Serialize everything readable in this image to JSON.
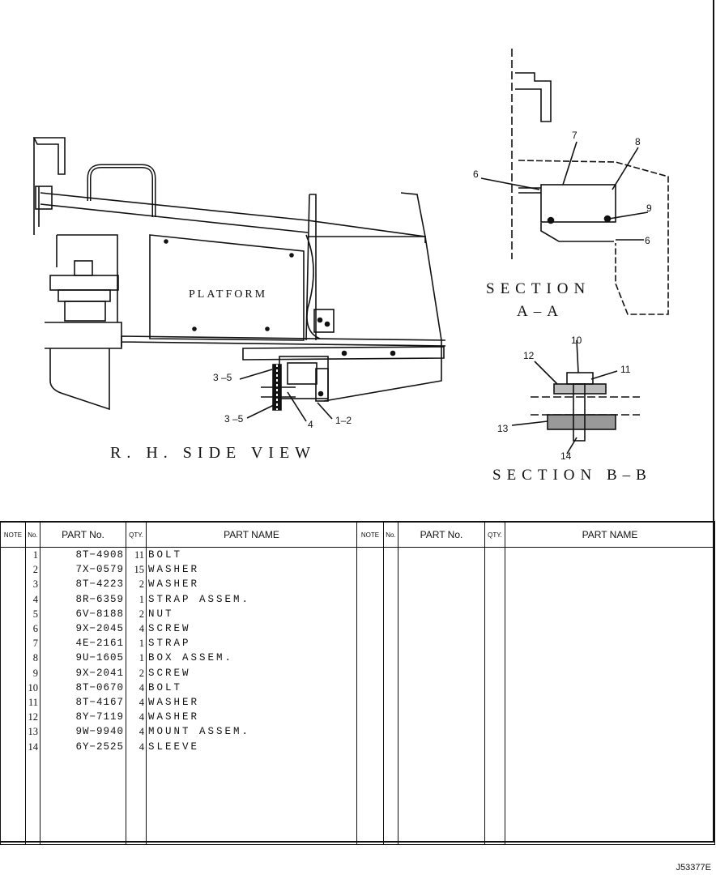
{
  "drawing": {
    "platform_label": "PLATFORM",
    "side_view_title": "R. H.  SIDE VIEW",
    "section_aa_title_1": "SECTION",
    "section_aa_title_2": "A–A",
    "section_bb_title": "SECTION  B–B",
    "callouts": {
      "c3_5a": "3 –5",
      "c3_5b": "3 –5",
      "c4": "4",
      "c1_2": "1–2",
      "c6a": "6",
      "c7": "7",
      "c8": "8",
      "c9": "9",
      "c6b": "6",
      "c10": "10",
      "c11": "11",
      "c12": "12",
      "c13": "13",
      "c14": "14"
    }
  },
  "table": {
    "headers": {
      "note": "NOTE",
      "no": "No.",
      "part_no": "PART No.",
      "qty": "QTY.",
      "part_name": "PART NAME",
      "note2": "NOTE",
      "no2": "No.",
      "part_no2": "PART No.",
      "qty2": "QTY.",
      "part_name2": "PART NAME"
    },
    "rows": [
      {
        "no": "1",
        "part_no": "8T−4908",
        "qty": "11",
        "name": "BOLT"
      },
      {
        "no": "2",
        "part_no": "7X−0579",
        "qty": "15",
        "name": "WASHER"
      },
      {
        "no": "3",
        "part_no": "8T−4223",
        "qty": "2",
        "name": "WASHER"
      },
      {
        "no": "4",
        "part_no": "8R−6359",
        "qty": "1",
        "name": "STRAP ASSEM."
      },
      {
        "no": "5",
        "part_no": "6V−8188",
        "qty": "2",
        "name": "NUT"
      },
      {
        "no": "6",
        "part_no": "9X−2045",
        "qty": "4",
        "name": "SCREW"
      },
      {
        "no": "7",
        "part_no": "4E−2161",
        "qty": "1",
        "name": "STRAP"
      },
      {
        "no": "8",
        "part_no": "9U−1605",
        "qty": "1",
        "name": "BOX ASSEM."
      },
      {
        "no": "9",
        "part_no": "9X−2041",
        "qty": "2",
        "name": "SCREW"
      },
      {
        "no": "10",
        "part_no": "8T−0670",
        "qty": "4",
        "name": "BOLT"
      },
      {
        "no": "11",
        "part_no": "8T−4167",
        "qty": "4",
        "name": "WASHER"
      },
      {
        "no": "12",
        "part_no": "8Y−7119",
        "qty": "4",
        "name": "WASHER"
      },
      {
        "no": "13",
        "part_no": "9W−9940",
        "qty": "4",
        "name": "MOUNT ASSEM."
      },
      {
        "no": "14",
        "part_no": "6Y−2525",
        "qty": "4",
        "name": "SLEEVE"
      }
    ]
  },
  "footer": {
    "code": "J53377E"
  }
}
